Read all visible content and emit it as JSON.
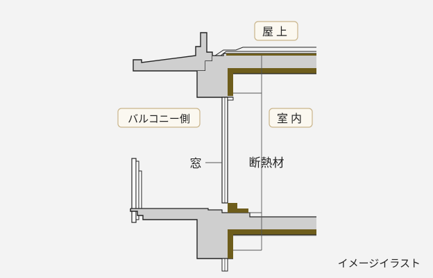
{
  "labels": {
    "rooftop": "屋上",
    "indoor": "室内",
    "balcony_side": "バルコニー側",
    "window": "窓",
    "insulation": "断熱材",
    "image_note": "イメージイラスト"
  },
  "colors": {
    "background": "#f3f3f3",
    "concrete": "#cfcfcf",
    "line": "#222222",
    "insulation": "#6e5d1c",
    "label_border": "#c9b48a",
    "label_fill": "#fbf8f0",
    "leader": "#555555"
  }
}
